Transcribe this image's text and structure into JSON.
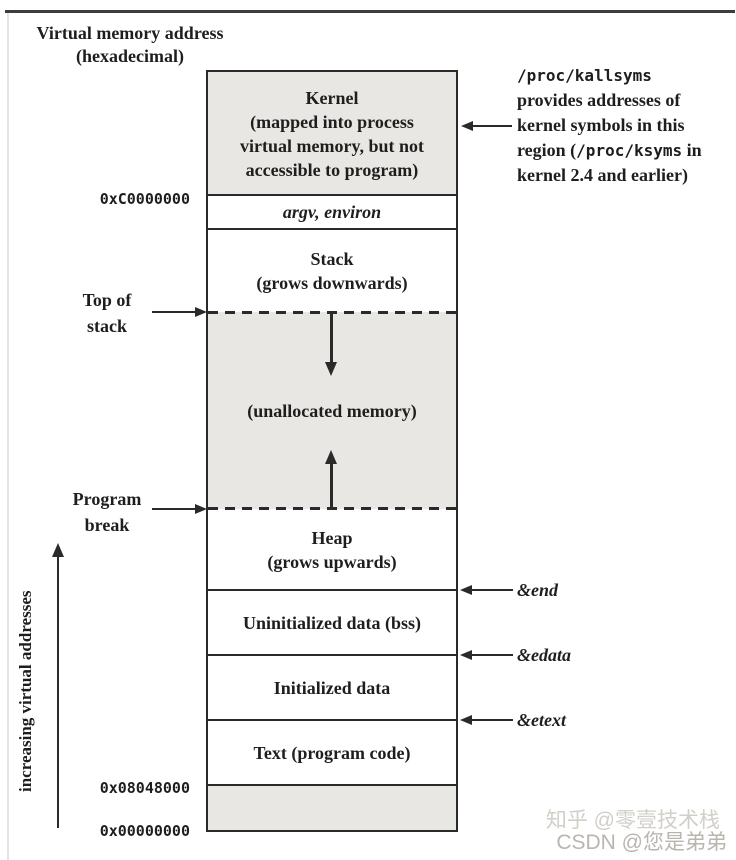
{
  "title": {
    "line1": "Virtual memory address",
    "line2": "(hexadecimal)"
  },
  "axis": {
    "label": "increasing virtual addresses"
  },
  "addresses": {
    "kernel_base": "0xC0000000",
    "text_base": "0x08048000",
    "zero": "0x00000000"
  },
  "left_labels": {
    "top_of_stack": {
      "line1": "Top of",
      "line2": "stack"
    },
    "program_break": {
      "line1": "Program",
      "line2": "break"
    }
  },
  "segments": {
    "kernel": {
      "title": "Kernel",
      "subtitle": "(mapped into process\nvirtual memory, but not\naccessible to program)"
    },
    "argv": {
      "label": "argv, environ"
    },
    "stack": {
      "title": "Stack",
      "subtitle": "(grows downwards)"
    },
    "unallocated": {
      "label": "(unallocated memory)"
    },
    "heap": {
      "title": "Heap",
      "subtitle": "(grows upwards)"
    },
    "bss": {
      "label": "Uninitialized data (bss)"
    },
    "data": {
      "label": "Initialized data"
    },
    "text": {
      "label": "Text (program code)"
    }
  },
  "kallsyms_note": {
    "line1": "/proc/kallsyms",
    "line2": "provides addresses of",
    "line3": "kernel symbols in this",
    "line4_pre": "region (",
    "line4_mono": "/proc/ksyms",
    "line4_post": " in",
    "line5": "kernel 2.4 and earlier)"
  },
  "symbols": {
    "end": "&end",
    "edata": "&edata",
    "etext": "&etext"
  },
  "watermarks": {
    "zhihu": "知乎 @零壹技术栈",
    "csdn": "CSDN @您是弟弟"
  },
  "colors": {
    "fill_gray": "#e8e7e3",
    "line": "#2a2a2a",
    "watermark_zhihu": "#d2cfc8",
    "watermark_csdn": "#b9b6b0"
  }
}
